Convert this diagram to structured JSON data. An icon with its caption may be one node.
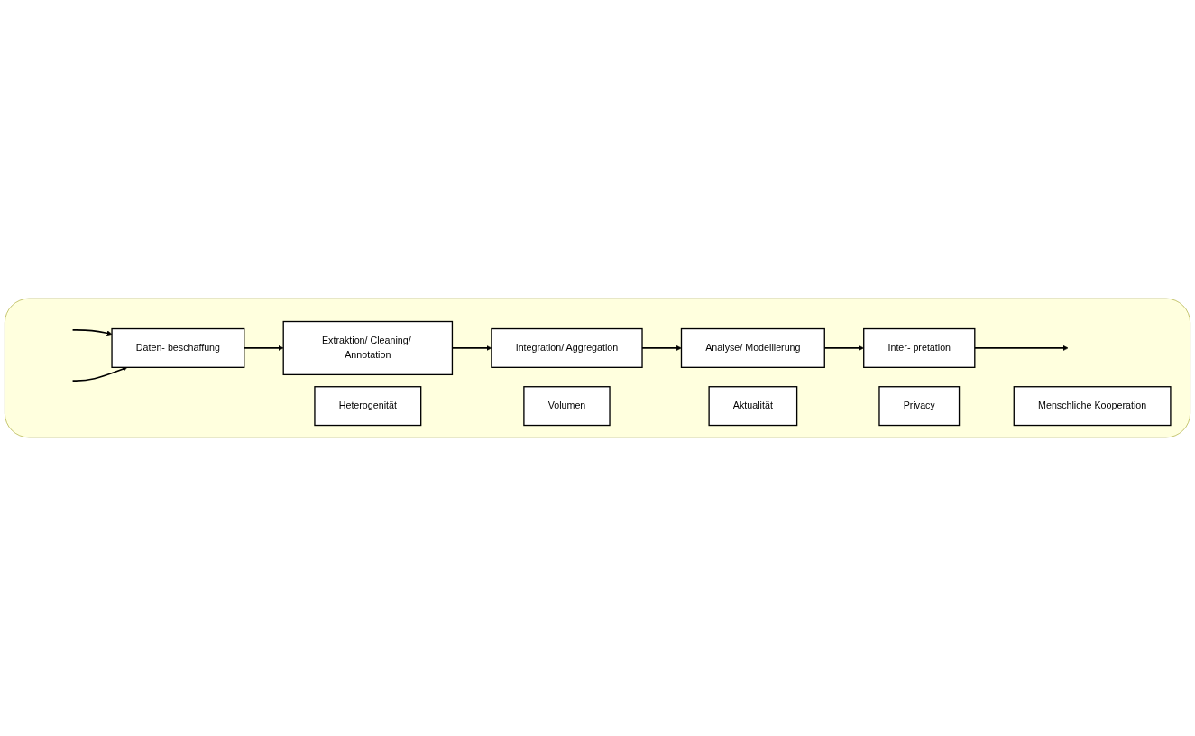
{
  "diagram": {
    "nodes": [
      {
        "text": [],
        "shape": "box"
      },
      {
        "text": [
          "Daten- beschaffung"
        ],
        "in": 0
      },
      {
        "text": [
          "Extraktion/ Cleaning/ Annotation"
        ],
        "in": 0
      },
      {
        "text": [
          "Integration/ Aggregation"
        ],
        "in": 0
      },
      {
        "text": [
          "Analyse/ Modellierung"
        ],
        "in": 0
      },
      {
        "text": [
          "Inter- pretation"
        ],
        "in": 0
      },
      {
        "text": [
          "Heterogenität"
        ],
        "in": 0
      },
      {
        "text": [
          "Volumen"
        ],
        "in": 0
      },
      {
        "text": [
          "Aktualität"
        ],
        "in": 0
      },
      {
        "text": [
          "Privacy"
        ],
        "in": 0
      },
      {
        "text": [
          "Menschliche Kooperation"
        ],
        "in": 0
      }
    ],
    "edges": [
      {
        "from": null,
        "to": 1,
        "arrow": "to"
      },
      {
        "from": null,
        "to": 1,
        "arrow": "to"
      },
      {
        "from": 1,
        "to": 2,
        "arrow": "to"
      },
      {
        "from": 2,
        "to": 3,
        "arrow": "to"
      },
      {
        "from": 3,
        "to": 4,
        "arrow": "to"
      },
      {
        "from": 4,
        "to": 5,
        "arrow": "to"
      },
      {
        "from": 5,
        "to": null,
        "arrow": "to"
      }
    ]
  }
}
